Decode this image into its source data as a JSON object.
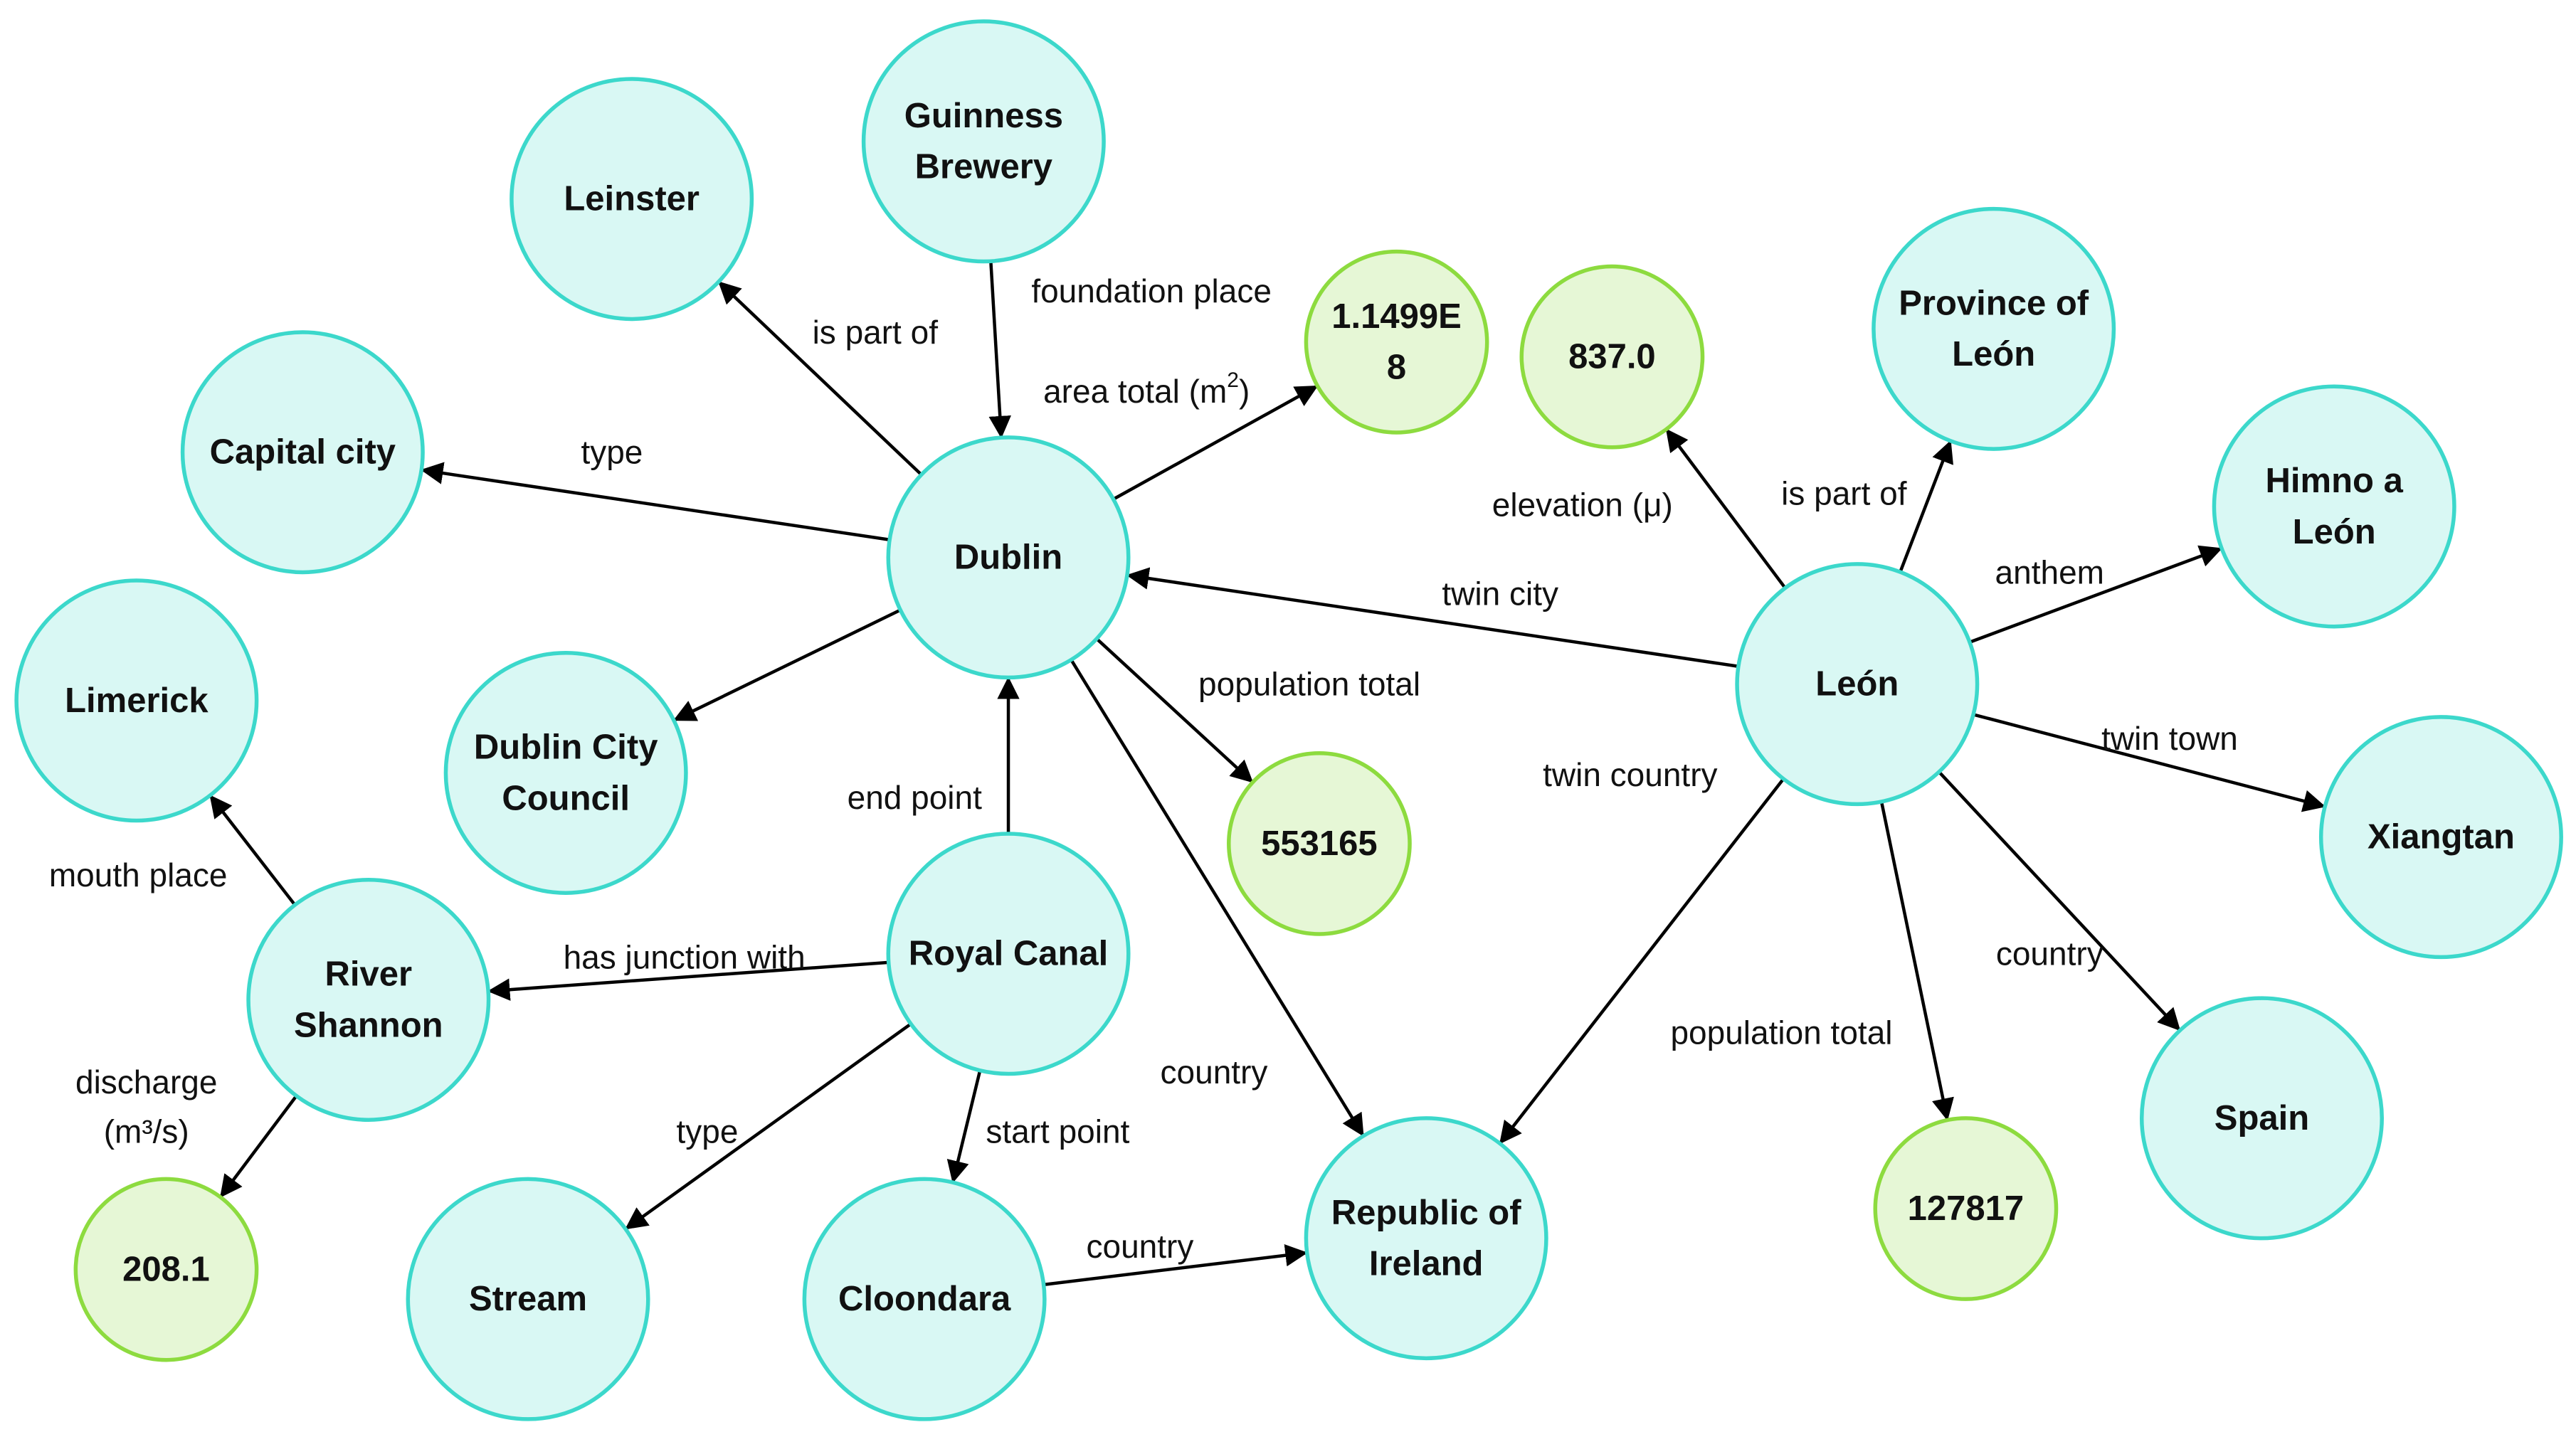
{
  "nodes": {
    "leinster": {
      "label": [
        "Leinster"
      ],
      "kind": "entity"
    },
    "guinness": {
      "label": [
        "Guinness",
        "Brewery"
      ],
      "kind": "entity"
    },
    "area_value": {
      "label": [
        "1.1499E",
        "8"
      ],
      "kind": "literal"
    },
    "elevation_value": {
      "label": [
        "837.0"
      ],
      "kind": "literal"
    },
    "province_leon": {
      "label": [
        "Province of",
        "León"
      ],
      "kind": "entity"
    },
    "himno": {
      "label": [
        "Himno a",
        "León"
      ],
      "kind": "entity"
    },
    "capital_city": {
      "label": [
        "Capital city"
      ],
      "kind": "entity"
    },
    "dublin": {
      "label": [
        "Dublin"
      ],
      "kind": "entity"
    },
    "limerick": {
      "label": [
        "Limerick"
      ],
      "kind": "entity"
    },
    "dcc": {
      "label": [
        "Dublin City",
        "Council"
      ],
      "kind": "entity"
    },
    "pop_dublin": {
      "label": [
        "553165"
      ],
      "kind": "literal"
    },
    "leon": {
      "label": [
        "León"
      ],
      "kind": "entity"
    },
    "xiangtan": {
      "label": [
        "Xiangtan"
      ],
      "kind": "entity"
    },
    "river_shannon": {
      "label": [
        "River",
        "Shannon"
      ],
      "kind": "entity"
    },
    "royal_canal": {
      "label": [
        "Royal Canal"
      ],
      "kind": "entity"
    },
    "spain": {
      "label": [
        "Spain"
      ],
      "kind": "entity"
    },
    "discharge_value": {
      "label": [
        "208.1"
      ],
      "kind": "literal"
    },
    "stream": {
      "label": [
        "Stream"
      ],
      "kind": "entity"
    },
    "cloondara": {
      "label": [
        "Cloondara"
      ],
      "kind": "entity"
    },
    "ireland": {
      "label": [
        "Republic of",
        "Ireland"
      ],
      "kind": "entity"
    },
    "pop_leon": {
      "label": [
        "127817"
      ],
      "kind": "literal"
    }
  },
  "edges": [
    {
      "from": "dublin",
      "to": "leinster",
      "label": [
        "is part of"
      ]
    },
    {
      "from": "guinness",
      "to": "dublin",
      "label": [
        "foundation place"
      ]
    },
    {
      "from": "dublin",
      "to": "area_value",
      "label": [
        "area total (m",
        "2",
        ")"
      ]
    },
    {
      "from": "dublin",
      "to": "capital_city",
      "label": [
        "type"
      ]
    },
    {
      "from": "dublin",
      "to": "dcc",
      "label": []
    },
    {
      "from": "dublin",
      "to": "pop_dublin",
      "label": [
        "population total"
      ]
    },
    {
      "from": "dublin",
      "to": "ireland",
      "label": [
        "country"
      ]
    },
    {
      "from": "royal_canal",
      "to": "dublin",
      "label": [
        "end point"
      ]
    },
    {
      "from": "royal_canal",
      "to": "river_shannon",
      "label": [
        "has junction with"
      ]
    },
    {
      "from": "royal_canal",
      "to": "stream",
      "label": [
        "type"
      ]
    },
    {
      "from": "royal_canal",
      "to": "cloondara",
      "label": [
        "start point"
      ]
    },
    {
      "from": "cloondara",
      "to": "ireland",
      "label": [
        "country"
      ]
    },
    {
      "from": "river_shannon",
      "to": "limerick",
      "label": [
        "mouth place"
      ]
    },
    {
      "from": "river_shannon",
      "to": "discharge_value",
      "label": [
        "discharge",
        "(m³/s)"
      ]
    },
    {
      "from": "leon",
      "to": "elevation_value",
      "label": [
        "elevation (μ)"
      ]
    },
    {
      "from": "leon",
      "to": "province_leon",
      "label": [
        "is part of"
      ]
    },
    {
      "from": "leon",
      "to": "himno",
      "label": [
        "anthem"
      ]
    },
    {
      "from": "leon",
      "to": "dublin",
      "label": [
        "twin city"
      ]
    },
    {
      "from": "leon",
      "to": "xiangtan",
      "label": [
        "twin town"
      ]
    },
    {
      "from": "leon",
      "to": "ireland",
      "label": [
        "twin country"
      ]
    },
    {
      "from": "leon",
      "to": "spain",
      "label": [
        "country"
      ]
    },
    {
      "from": "leon",
      "to": "pop_leon",
      "label": [
        "population total"
      ]
    }
  ]
}
